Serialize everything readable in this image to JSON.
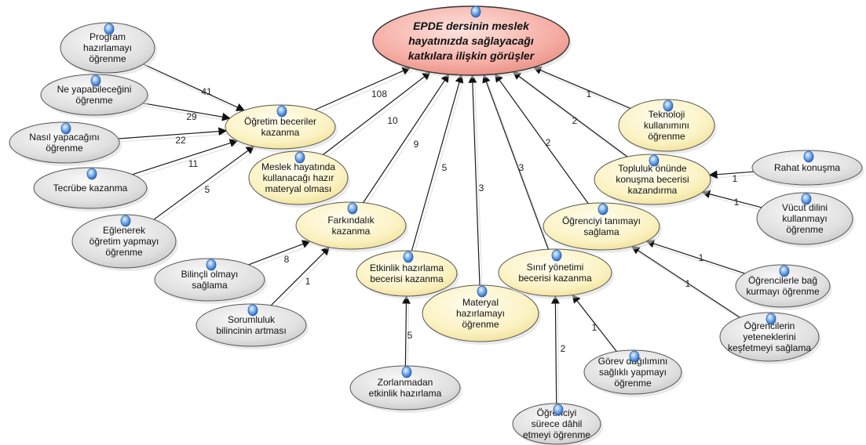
{
  "root": {
    "lines": [
      "EPDE dersinin meslek",
      "hayatınızda sağlayacağı",
      "katkılara ilişkin görüşler"
    ]
  },
  "nodes": {
    "ogretim": {
      "lines": [
        "Öğretim beceriler",
        "kazanma"
      ]
    },
    "meslek": {
      "lines": [
        "Meslek hayatında",
        "kullanacağı hazır",
        "materyal olması"
      ]
    },
    "farkindalik": {
      "lines": [
        "Farkındalık",
        "kazanma"
      ]
    },
    "etkinlik": {
      "lines": [
        "Etkinlik hazırlama",
        "becerisi kazanma"
      ]
    },
    "materyal": {
      "lines": [
        "Materyal",
        "hazırlamayı",
        "öğrenme"
      ]
    },
    "sinif": {
      "lines": [
        "Sınıf yönetimi",
        "becerisi kazanma"
      ]
    },
    "ogrenciyi_tanima": {
      "lines": [
        "Öğrenciyi tanımayı",
        "sağlama"
      ]
    },
    "topluluk": {
      "lines": [
        "Topluluk önünde",
        "konuşma becerisi",
        "kazandırma"
      ]
    },
    "teknoloji": {
      "lines": [
        "Teknoloji",
        "kullanımını",
        "öğrenme"
      ]
    },
    "program": {
      "lines": [
        "Program",
        "hazırlamayı",
        "öğrenme"
      ]
    },
    "ne_yapabilecegini": {
      "lines": [
        "Ne yapabileceğini",
        "öğrenme"
      ]
    },
    "nasil_yapacagini": {
      "lines": [
        "Nasıl yapacağını",
        "öğrenme"
      ]
    },
    "tecrube": {
      "lines": [
        "Tecrübe kazanma"
      ]
    },
    "eglenerek": {
      "lines": [
        "Eğlenerek",
        "öğretim yapmayı",
        "öğrenme"
      ]
    },
    "bilincli": {
      "lines": [
        "Bilinçli olmayı",
        "sağlama"
      ]
    },
    "sorumluluk": {
      "lines": [
        "Sorumluluk",
        "bilincinin artması"
      ]
    },
    "zorlanmadan": {
      "lines": [
        "Zorlanmadan",
        "etkinlik hazırlama"
      ]
    },
    "surece_dahil": {
      "lines": [
        "Öğrenciyi",
        "sürece dâhil",
        "etmeyi öğrenme"
      ]
    },
    "gorev": {
      "lines": [
        "Görev dağılımını",
        "sağlıklı yapmayı",
        "öğrenme"
      ]
    },
    "bag_kurma": {
      "lines": [
        "Öğrencilerle bağ",
        "kurmayı öğrenme"
      ]
    },
    "yetenekler": {
      "lines": [
        "Öğrencilerin",
        "yeteneklerini",
        "keşfetmeyi sağlama"
      ]
    },
    "rahat": {
      "lines": [
        "Rahat konuşma"
      ]
    },
    "vucut": {
      "lines": [
        "Vücut dilini",
        "kullanmayı",
        "öğrenme"
      ]
    }
  },
  "edges": [
    {
      "from": "ogretim",
      "to": "root",
      "label": "108"
    },
    {
      "from": "meslek",
      "to": "root",
      "label": "10"
    },
    {
      "from": "farkindalik",
      "to": "root",
      "label": "9"
    },
    {
      "from": "etkinlik",
      "to": "root",
      "label": "5"
    },
    {
      "from": "materyal",
      "to": "root",
      "label": "3"
    },
    {
      "from": "sinif",
      "to": "root",
      "label": "3"
    },
    {
      "from": "ogrenciyi_tanima",
      "to": "root",
      "label": "2"
    },
    {
      "from": "topluluk",
      "to": "root",
      "label": "2"
    },
    {
      "from": "teknoloji",
      "to": "root",
      "label": "1"
    },
    {
      "from": "program",
      "to": "ogretim",
      "label": "41"
    },
    {
      "from": "ne_yapabilecegini",
      "to": "ogretim",
      "label": "29"
    },
    {
      "from": "nasil_yapacagini",
      "to": "ogretim",
      "label": "22"
    },
    {
      "from": "tecrube",
      "to": "ogretim",
      "label": "11"
    },
    {
      "from": "eglenerek",
      "to": "ogretim",
      "label": "5"
    },
    {
      "from": "bilincli",
      "to": "farkindalik",
      "label": "8"
    },
    {
      "from": "sorumluluk",
      "to": "farkindalik",
      "label": "1"
    },
    {
      "from": "zorlanmadan",
      "to": "etkinlik",
      "label": "5"
    },
    {
      "from": "surece_dahil",
      "to": "sinif",
      "label": "2"
    },
    {
      "from": "gorev",
      "to": "sinif",
      "label": "1"
    },
    {
      "from": "bag_kurma",
      "to": "ogrenciyi_tanima",
      "label": "1"
    },
    {
      "from": "yetenekler",
      "to": "ogrenciyi_tanima",
      "label": "1"
    },
    {
      "from": "rahat",
      "to": "topluluk",
      "label": "1"
    },
    {
      "from": "vucut",
      "to": "topluluk",
      "label": "1"
    }
  ],
  "colors": {
    "root_fill": "#f4a9a0",
    "yellow_fill": "#fdf6c9",
    "grey_fill": "#dcdcdc",
    "dot": "#4a8ad8"
  }
}
